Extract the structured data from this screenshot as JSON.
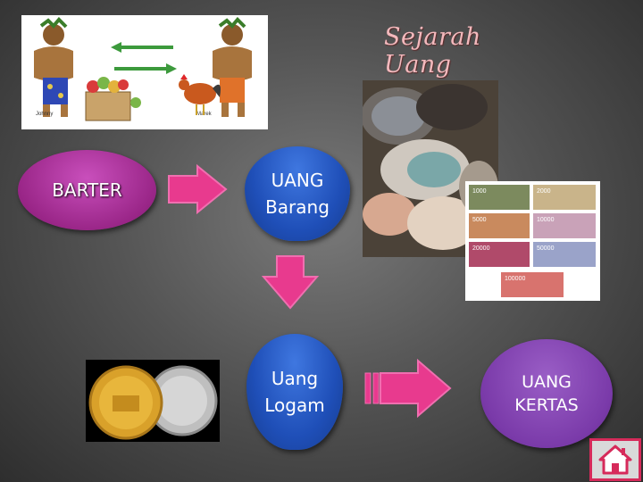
{
  "slide": {
    "title": "Sejarah Uang"
  },
  "images": {
    "barter_scene": {
      "label_left": "Johnny",
      "label_right": "Marek"
    }
  },
  "nodes": {
    "barter": "BARTER",
    "uang_barang": "UANG\nBarang",
    "uang_logam": "Uang\nLogam",
    "uang_kertas": "UANG\nKERTAS"
  },
  "notes_banknotes": [
    "1000",
    "2000",
    "5000",
    "10000",
    "20000",
    "50000",
    "100000"
  ],
  "colors": {
    "arrow": "#e83a8e",
    "barter_fill": "#a42b92",
    "blue_fill": "#2456c4",
    "purple_fill": "#7b3bab",
    "title": "#f3b9bd"
  },
  "icons": {
    "home": "home-icon"
  }
}
